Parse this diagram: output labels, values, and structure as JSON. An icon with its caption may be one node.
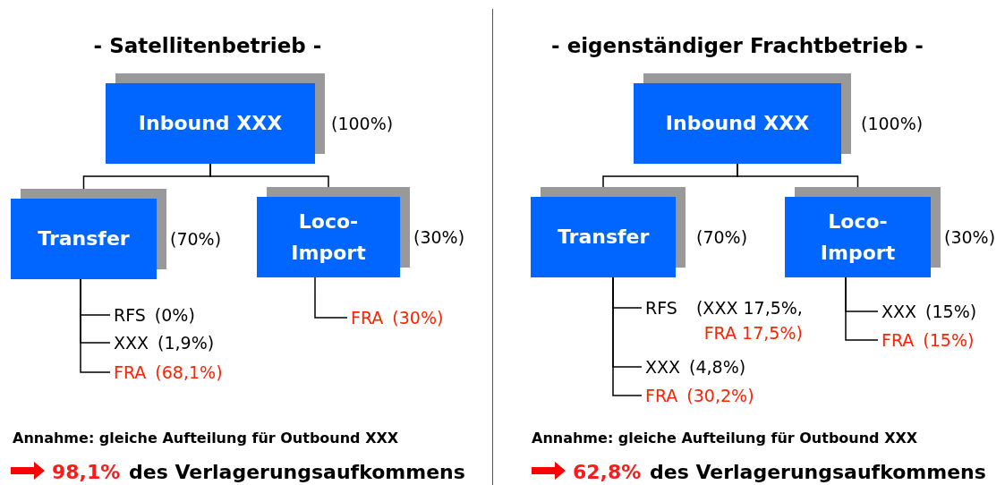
{
  "diagram": {
    "nodes": [
      {
        "text": [
          "Inbound XXX"
        ],
        "beside": [
          "(100%)"
        ]
      },
      {
        "text": [
          "Transfer"
        ],
        "beside": [
          "(70%)"
        ]
      },
      {
        "text": [
          "Loco- Import"
        ],
        "beside": [
          "(30%)"
        ]
      },
      {
        "text": [
          "RFS",
          "(0%)"
        ]
      },
      {
        "text": [
          "XXX",
          "(1,9%)"
        ]
      },
      {
        "text": [
          "FRA",
          "(68,1%)"
        ]
      },
      {
        "text": [
          "FRA",
          "(30%)"
        ]
      },
      {
        "text": [
          "Inbound XXX"
        ],
        "beside": [
          "(100%)"
        ]
      },
      {
        "text": [
          "Transfer"
        ],
        "beside": [
          "(70%)"
        ]
      },
      {
        "text": [
          "Loco- Import"
        ],
        "beside": [
          "(30%)"
        ]
      },
      {
        "text": [
          "RFS",
          "(XXX 17,5%,",
          "FRA 17,5%)"
        ]
      },
      {
        "text": [
          "XXX",
          "(4,8%)"
        ]
      },
      {
        "text": [
          "FRA",
          "(30,2%)"
        ]
      },
      {
        "text": [
          "XXX",
          "(15%)"
        ]
      },
      {
        "text": [
          "FRA",
          "(15%)"
        ]
      }
    ],
    "edges": [
      {
        "from": 0,
        "to": 1,
        "arrow": "none"
      },
      {
        "from": 0,
        "to": 2,
        "arrow": "none"
      },
      {
        "from": 1,
        "to": 3,
        "arrow": "none"
      },
      {
        "from": 1,
        "to": 4,
        "arrow": "none"
      },
      {
        "from": 1,
        "to": 5,
        "arrow": "none"
      },
      {
        "from": 2,
        "to": 6,
        "arrow": "none"
      },
      {
        "from": 7,
        "to": 8,
        "arrow": "none"
      },
      {
        "from": 7,
        "to": 9,
        "arrow": "none"
      },
      {
        "from": 8,
        "to": 10,
        "arrow": "none"
      },
      {
        "from": 8,
        "to": 11,
        "arrow": "none"
      },
      {
        "from": 8,
        "to": 12,
        "arrow": "none"
      },
      {
        "from": 9,
        "to": 13,
        "arrow": "none"
      },
      {
        "from": 9,
        "to": 14,
        "arrow": "none"
      }
    ],
    "labels": [
      "- Satellitenbetrieb -",
      "- eigenständiger Frachtbetrieb -",
      "Annahme: gleiche Aufteilung für Outbound XXX",
      "98,1%",
      "des Verlagerungsaufkommens",
      "Annahme: gleiche Aufteilung für Outbound XXX",
      "62,8%",
      "des Verlagerungsaufkommens"
    ]
  }
}
